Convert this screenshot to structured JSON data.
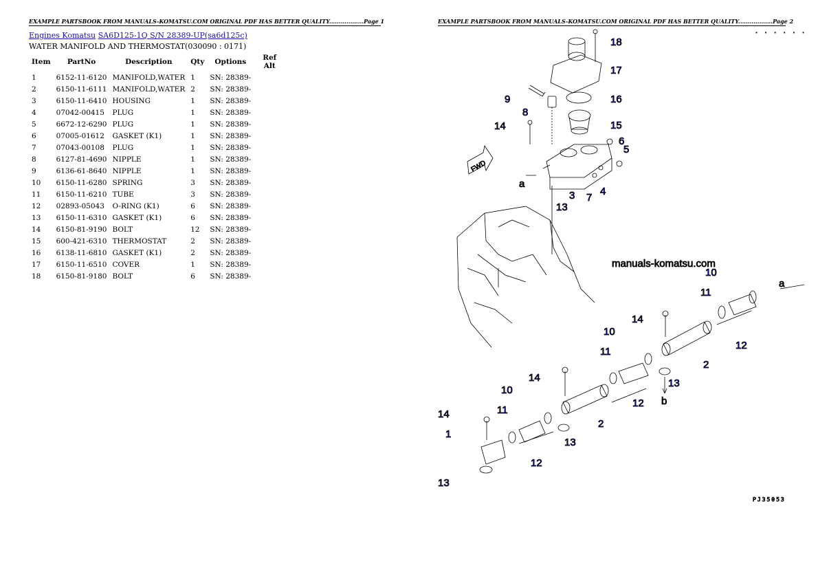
{
  "page_left": {
    "header": "EXAMPLE PARTSBOOK FROM MANUALS-KOMATSU.COM ORIGINAL PDF HAS BETTER QUALITY..................Page 1",
    "breadcrumb": {
      "link1": "Engines Komatsu",
      "link2": "SA6D125-1Q S/N 28389-UP(sa6d125c)"
    },
    "title": "WATER MANIFOLD AND THERMOSTAT(030090 : 0171)",
    "columns": [
      "Item",
      "PartNo",
      "Description",
      "Qty",
      "Options",
      "Ref Alt"
    ],
    "rows": [
      [
        "1",
        "6152-11-6120",
        "MANIFOLD,WATER",
        "1",
        "SN: 28389-",
        ""
      ],
      [
        "2",
        "6150-11-6111",
        "MANIFOLD,WATER",
        "2",
        "SN: 28389-",
        ""
      ],
      [
        "3",
        "6150-11-6410",
        "HOUSING",
        "1",
        "SN: 28389-",
        ""
      ],
      [
        "4",
        "07042-00415",
        "PLUG",
        "1",
        "SN: 28389-",
        ""
      ],
      [
        "5",
        "6672-12-6290",
        "PLUG",
        "1",
        "SN: 28389-",
        ""
      ],
      [
        "6",
        "07005-01612",
        "GASKET (K1)",
        "1",
        "SN: 28389-",
        ""
      ],
      [
        "7",
        "07043-00108",
        "PLUG",
        "1",
        "SN: 28389-",
        ""
      ],
      [
        "8",
        "6127-81-4690",
        "NIPPLE",
        "1",
        "SN: 28389-",
        ""
      ],
      [
        "9",
        "6136-61-8640",
        "NIPPLE",
        "1",
        "SN: 28389-",
        ""
      ],
      [
        "10",
        "6150-11-6280",
        "SPRING",
        "3",
        "SN: 28389-",
        ""
      ],
      [
        "11",
        "6150-11-6210",
        "TUBE",
        "3",
        "SN: 28389-",
        ""
      ],
      [
        "12",
        "02893-05043",
        "O-RING (K1)",
        "6",
        "SN: 28389-",
        ""
      ],
      [
        "13",
        "6150-11-6310",
        "GASKET (K1)",
        "6",
        "SN: 28389-",
        ""
      ],
      [
        "14",
        "6150-81-9190",
        "BOLT",
        "12",
        "SN: 28389-",
        ""
      ],
      [
        "15",
        "600-421-6310",
        "THERMOSTAT",
        "2",
        "SN: 28389-",
        ""
      ],
      [
        "16",
        "6138-11-6810",
        "GASKET (K1)",
        "2",
        "SN: 28389-",
        ""
      ],
      [
        "17",
        "6150-11-6510",
        "COVER",
        "1",
        "SN: 28389-",
        ""
      ],
      [
        "18",
        "6150-81-9180",
        "BOLT",
        "6",
        "SN: 28389-",
        ""
      ]
    ]
  },
  "page_right": {
    "header": "EXAMPLE PARTSBOOK FROM MANUALS-KOMATSU.COM ORIGINAL PDF HAS BETTER QUALITY..................Page 2",
    "watermark": "manuals-komatsu.com",
    "fwd_label": "FWD",
    "ref_a": "a",
    "ref_b": "b",
    "drawing_code": "PJ35053",
    "callouts": {
      "n18": "18",
      "n17": "17",
      "n16": "16",
      "n15": "15",
      "n9": "9",
      "n8": "8",
      "n14a": "14",
      "n6": "6",
      "n5": "5",
      "n3": "3",
      "n7": "7",
      "n4": "4",
      "n13a": "13",
      "n10a": "10",
      "n11a": "11",
      "n14b": "14",
      "n12a": "12",
      "n10b": "10",
      "n11b": "11",
      "n2a": "2",
      "n13b": "13",
      "n14c": "14",
      "n12b": "12",
      "n10c": "10",
      "n11c": "11",
      "n2b": "2",
      "n14d": "14",
      "n1": "1",
      "n13c": "13",
      "n12c": "12",
      "n13d": "13"
    }
  },
  "colors": {
    "callout": "#1a1ad4",
    "link": "#1a0dab",
    "ink": "#000000"
  }
}
